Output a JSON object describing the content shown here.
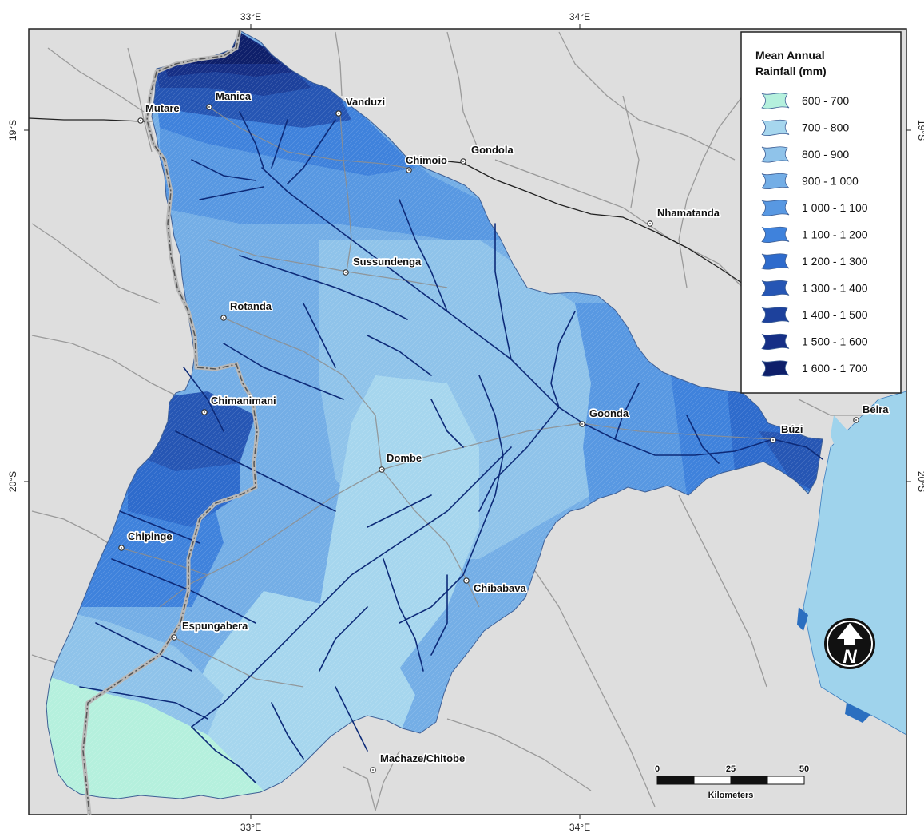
{
  "graticule": {
    "top": [
      "33°E",
      "34°E"
    ],
    "bottom": [
      "33°E",
      "34°E"
    ],
    "left": [
      "19°S",
      "20°S"
    ],
    "right": [
      "19°S",
      "20°S"
    ]
  },
  "towns": [
    {
      "name": "Manica"
    },
    {
      "name": "Mutare"
    },
    {
      "name": "Vanduzi"
    },
    {
      "name": "Chimoio"
    },
    {
      "name": "Gondola"
    },
    {
      "name": "Nhamatanda"
    },
    {
      "name": "Sussundenga"
    },
    {
      "name": "Rotanda"
    },
    {
      "name": "Chimanimani"
    },
    {
      "name": "Goonda"
    },
    {
      "name": "Búzi"
    },
    {
      "name": "Beira"
    },
    {
      "name": "Dombe"
    },
    {
      "name": "Chipinge"
    },
    {
      "name": "Chibabava"
    },
    {
      "name": "Espungabera"
    },
    {
      "name": "Machaze/Chitobe"
    }
  ],
  "legend": {
    "title_line1": "Mean Annual",
    "title_line2": "Rainfall (mm)",
    "classes": [
      {
        "label": "600 - 700",
        "color": "#b5f0dd"
      },
      {
        "label": "700 - 800",
        "color": "#a6d6ee"
      },
      {
        "label": "800 - 900",
        "color": "#8fc3ea"
      },
      {
        "label": "900 - 1 000",
        "color": "#74aee6"
      },
      {
        "label": "1 000 - 1 100",
        "color": "#5898e2"
      },
      {
        "label": "1 100 - 1 200",
        "color": "#3f82dc"
      },
      {
        "label": "1 200 - 1 300",
        "color": "#2e6bcc"
      },
      {
        "label": "1 300 - 1 400",
        "color": "#2656b4"
      },
      {
        "label": "1 400 - 1 500",
        "color": "#1d419c"
      },
      {
        "label": "1 500 - 1 600",
        "color": "#162f86"
      },
      {
        "label": "1 600 - 1 700",
        "color": "#0e1f6a"
      }
    ]
  },
  "scale_bar": {
    "ticks": [
      "0",
      "25",
      "50"
    ],
    "unit": "Kilometers"
  },
  "north_arrow": {
    "letter": "N"
  },
  "colors": {
    "land": "#dedede",
    "sea": "#9fd3ec",
    "river": "#0d2a78",
    "road": "#9a9a9a",
    "border": "#808080",
    "railway": "#222222"
  }
}
